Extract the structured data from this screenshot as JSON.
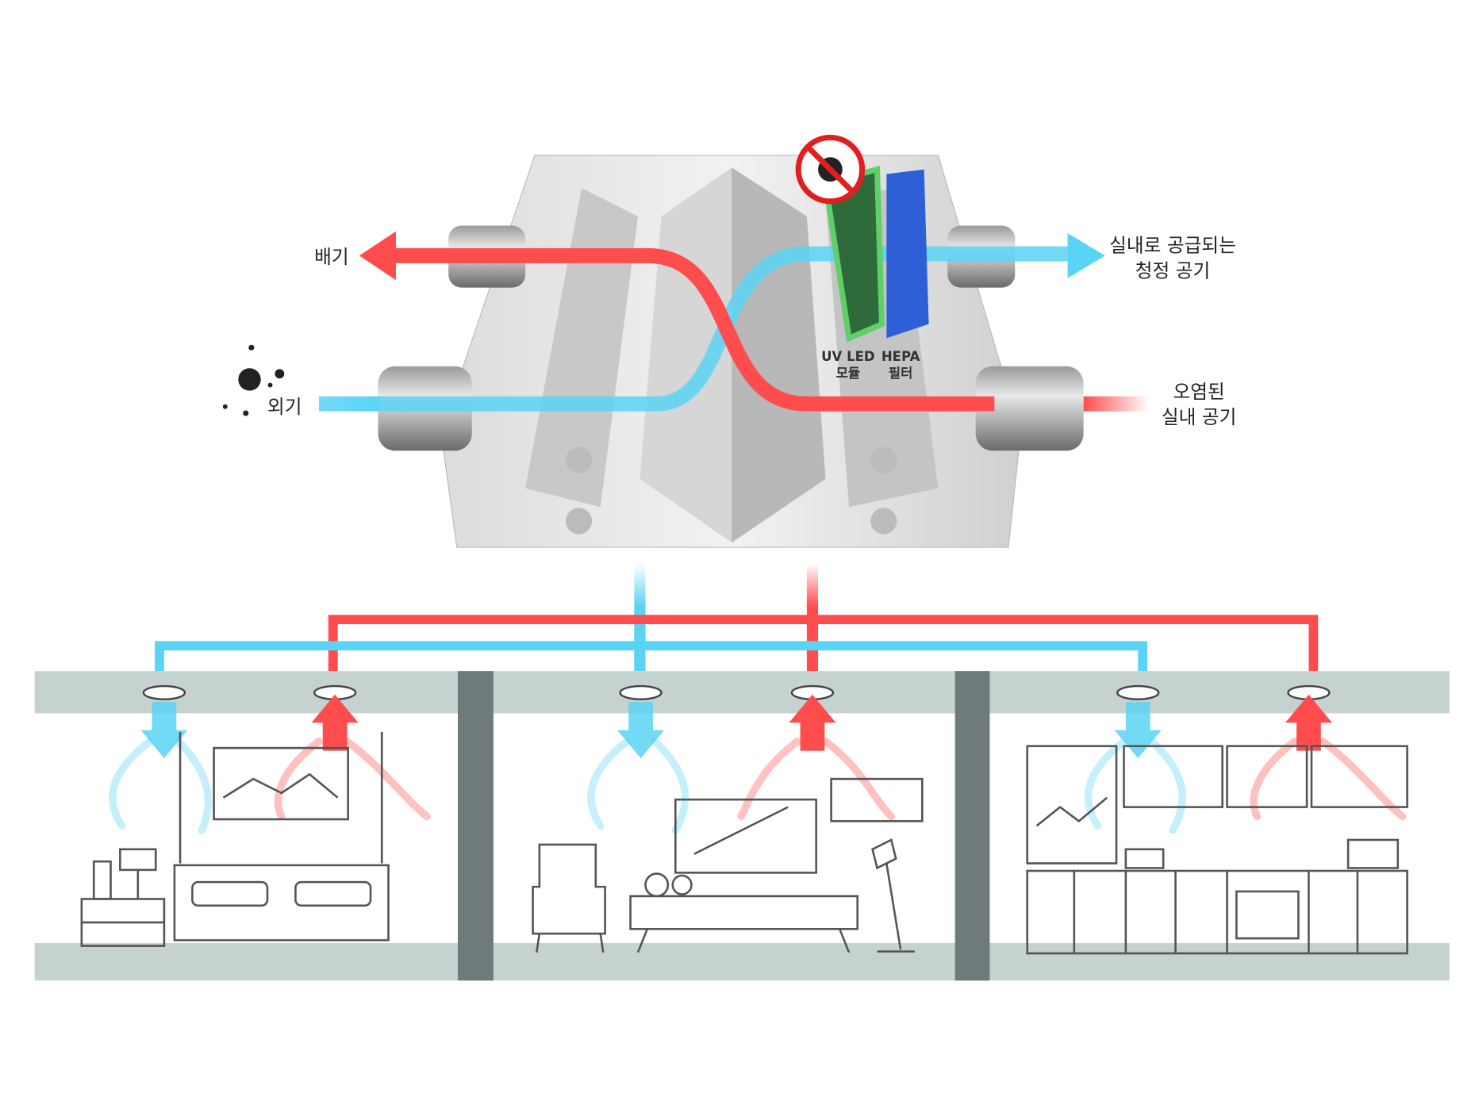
{
  "labels": {
    "exhaust": "배기",
    "outdoor_air": "외기",
    "supply_line1": "실내로 공급되는",
    "supply_line2": "청정 공기",
    "return_line1": "오염된",
    "return_line2": "실내 공기",
    "uv_line1": "UV LED",
    "uv_line2": "모듈",
    "hepa_line1": "HEPA",
    "hepa_line2": "필터"
  },
  "colors": {
    "warm_air": "#ff4d4d",
    "fresh_air": "#5ad4f5",
    "slab": "#c5d2d0",
    "pillar": "#6f7b7a",
    "uv_filter": "#5fcf6a",
    "hepa_filter": "#2f5fd6"
  },
  "rooms": [
    "bedroom",
    "living-room",
    "kitchen"
  ]
}
